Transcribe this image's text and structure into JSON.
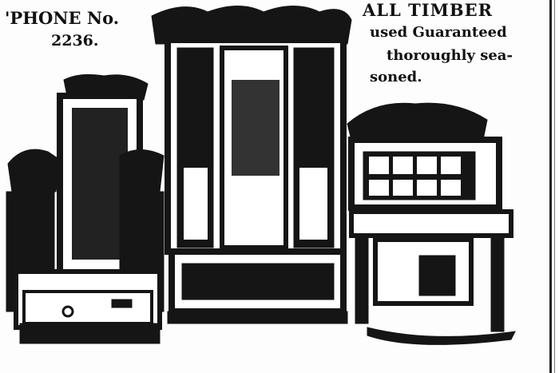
{
  "ad": {
    "phone_label": "'PHONE No.",
    "phone_number": "2236.",
    "timber_heading": "ALL TIMBER",
    "timber_line1": "used Guaranteed",
    "timber_line2": "thoroughly sea-",
    "timber_line3": "soned."
  },
  "illustration": {
    "items": [
      "dressing-table-with-mirror",
      "wardrobe",
      "washstand-with-tiles"
    ],
    "ink_color": "#111111"
  }
}
